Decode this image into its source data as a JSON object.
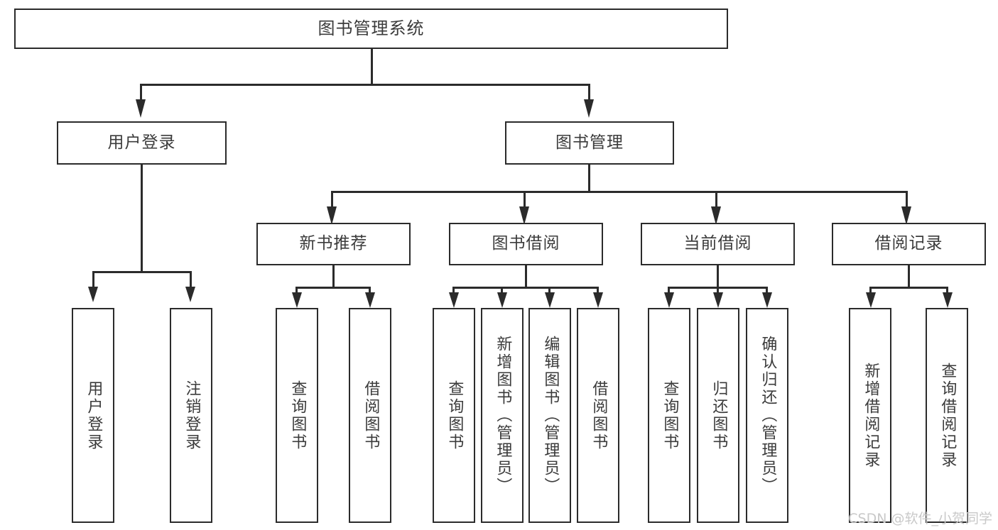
{
  "diagram": {
    "title": "图书管理系统",
    "type": "hierarchy-tree",
    "watermark": "CSDN @软件_小贺同学",
    "colors": {
      "box_border": "#2b2b2b",
      "box_fill": "#ffffff",
      "text": "#3b3b3b",
      "connector": "#2b2b2b",
      "watermark": "#c9c9c9",
      "background": "#ffffff"
    },
    "levels": {
      "root": {
        "label": "图书管理系统"
      },
      "level2": [
        {
          "label": "用户登录"
        },
        {
          "label": "图书管理"
        }
      ],
      "level3": [
        {
          "label": "新书推荐"
        },
        {
          "label": "图书借阅"
        },
        {
          "label": "当前借阅"
        },
        {
          "label": "借阅记录"
        }
      ],
      "leaves": {
        "user_login": [
          {
            "label": "用户登录"
          },
          {
            "label": "注销登录"
          }
        ],
        "new_book_recommend": [
          {
            "label": "查询图书"
          },
          {
            "label": "借阅图书"
          }
        ],
        "book_borrow": [
          {
            "label": "查询图书"
          },
          {
            "label": "新增图书（管理员）"
          },
          {
            "label": "编辑图书（管理员）"
          },
          {
            "label": "借阅图书"
          }
        ],
        "current_borrow": [
          {
            "label": "查询图书"
          },
          {
            "label": "归还图书"
          },
          {
            "label": "确认归还（管理员）"
          }
        ],
        "borrow_record": [
          {
            "label": "新增借阅记录"
          },
          {
            "label": "查询借阅记录"
          }
        ]
      }
    }
  }
}
